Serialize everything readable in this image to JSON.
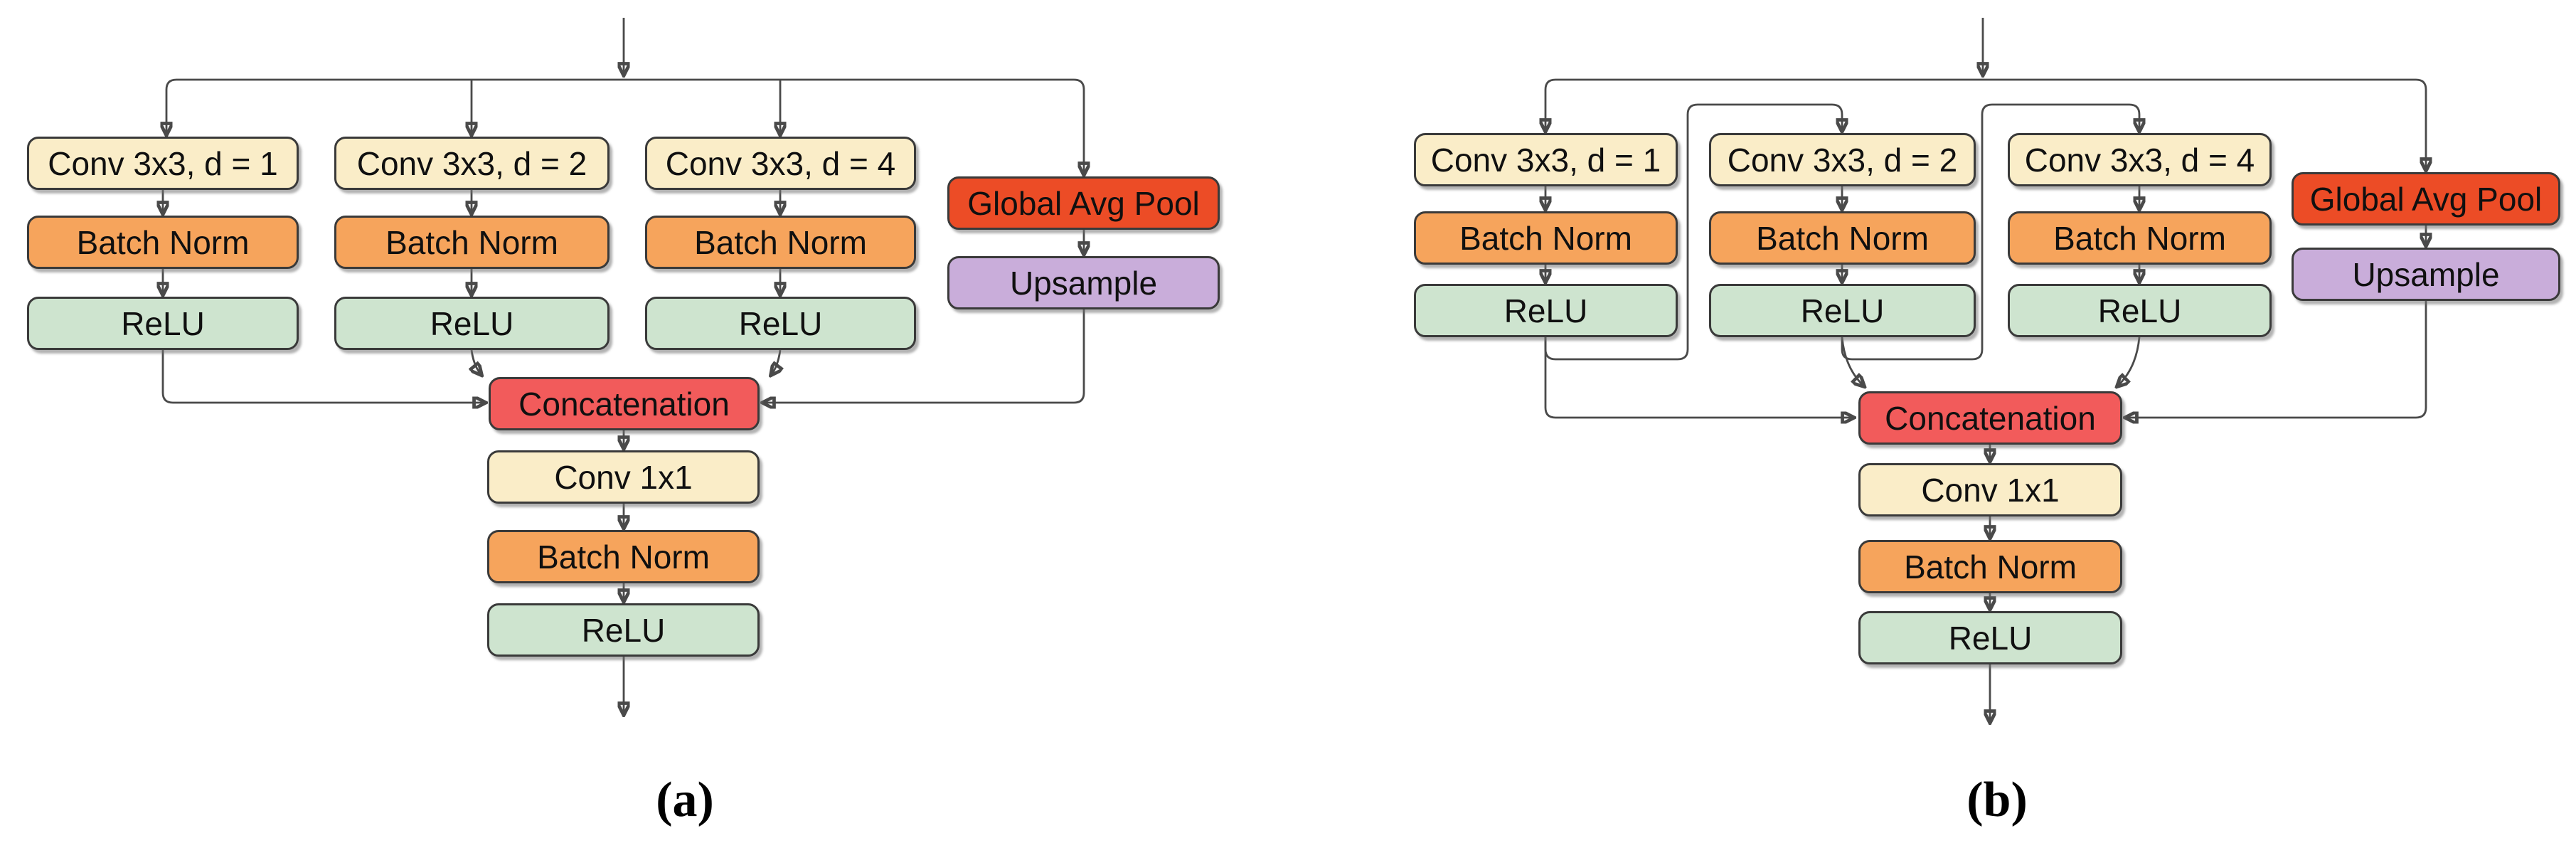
{
  "figure": {
    "description": "Two ASPP-style convolution module diagrams",
    "panel_count": 2
  },
  "colors": {
    "conv": "#FAEDC8",
    "batch_norm": "#F6A45C",
    "relu": "#CEE4CF",
    "concat": "#F25B5B",
    "global_pool": "#EC4C26",
    "upsample": "#C9ADDA",
    "edge": "#4a4a4a",
    "arrowhead": "#141414",
    "text": "#101010",
    "background": "#ffffff"
  },
  "diagram_a": {
    "caption": "(a)",
    "branch1": {
      "conv": "Conv 3x3, d = 1",
      "bn": "Batch Norm",
      "relu": "ReLU"
    },
    "branch2": {
      "conv": "Conv 3x3, d = 2",
      "bn": "Batch Norm",
      "relu": "ReLU"
    },
    "branch3": {
      "conv": "Conv 3x3, d = 4",
      "bn": "Batch Norm",
      "relu": "ReLU"
    },
    "pool_branch": {
      "pool": "Global Avg Pool",
      "upsample": "Upsample"
    },
    "merge": {
      "concat": "Concatenation"
    },
    "head": {
      "conv": "Conv 1x1",
      "bn": "Batch Norm",
      "relu": "ReLU"
    }
  },
  "diagram_b": {
    "caption": "(b)",
    "branch1": {
      "conv": "Conv 3x3, d = 1",
      "bn": "Batch Norm",
      "relu": "ReLU"
    },
    "branch2": {
      "conv": "Conv 3x3, d = 2",
      "bn": "Batch Norm",
      "relu": "ReLU"
    },
    "branch3": {
      "conv": "Conv 3x3, d = 4",
      "bn": "Batch Norm",
      "relu": "ReLU"
    },
    "pool_branch": {
      "pool": "Global Avg Pool",
      "upsample": "Upsample"
    },
    "merge": {
      "concat": "Concatenation"
    },
    "head": {
      "conv": "Conv 1x1",
      "bn": "Batch Norm",
      "relu": "ReLU"
    }
  }
}
